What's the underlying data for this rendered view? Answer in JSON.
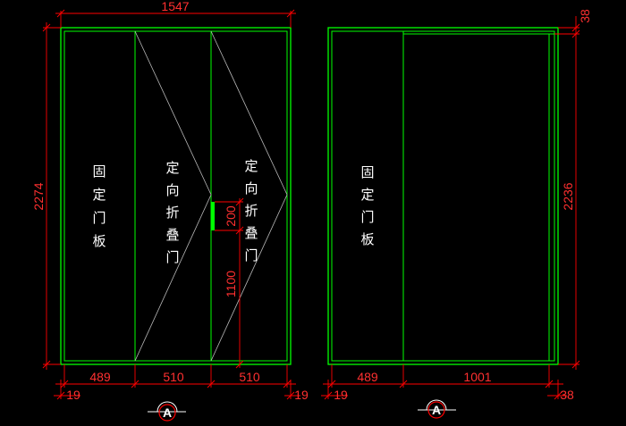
{
  "colors": {
    "background": "#000000",
    "frame": "#00ff00",
    "panel_line": "#b8b8b8",
    "dimension": "#ff0000",
    "dimension_text": "#ff3030",
    "label": "#ffffff",
    "handle": "#00ff00",
    "marker": "#ffffff"
  },
  "front_view": {
    "dims": {
      "total_width": "1547",
      "total_height": "2274",
      "handle_length": "200",
      "handle_height": "1100",
      "panel_1_width": "489",
      "panel_2_width": "510",
      "panel_3_width": "510",
      "left_offset": "19",
      "right_offset": "19"
    },
    "labels": {
      "fixed_panel": [
        "固",
        "定",
        "门",
        "板"
      ],
      "folding_door_1": [
        "定",
        "向",
        "折",
        "叠",
        "门"
      ],
      "folding_door_2": [
        "定",
        "向",
        "折",
        "叠",
        "门"
      ]
    },
    "section_marker": "A"
  },
  "side_view": {
    "dims": {
      "top_offset": "38",
      "height": "2236",
      "panel_width": "489",
      "opening_width": "1001",
      "left_offset": "19",
      "right_offset": "38"
    },
    "labels": {
      "fixed_panel": [
        "固",
        "定",
        "门",
        "板"
      ]
    },
    "section_marker": "A"
  }
}
